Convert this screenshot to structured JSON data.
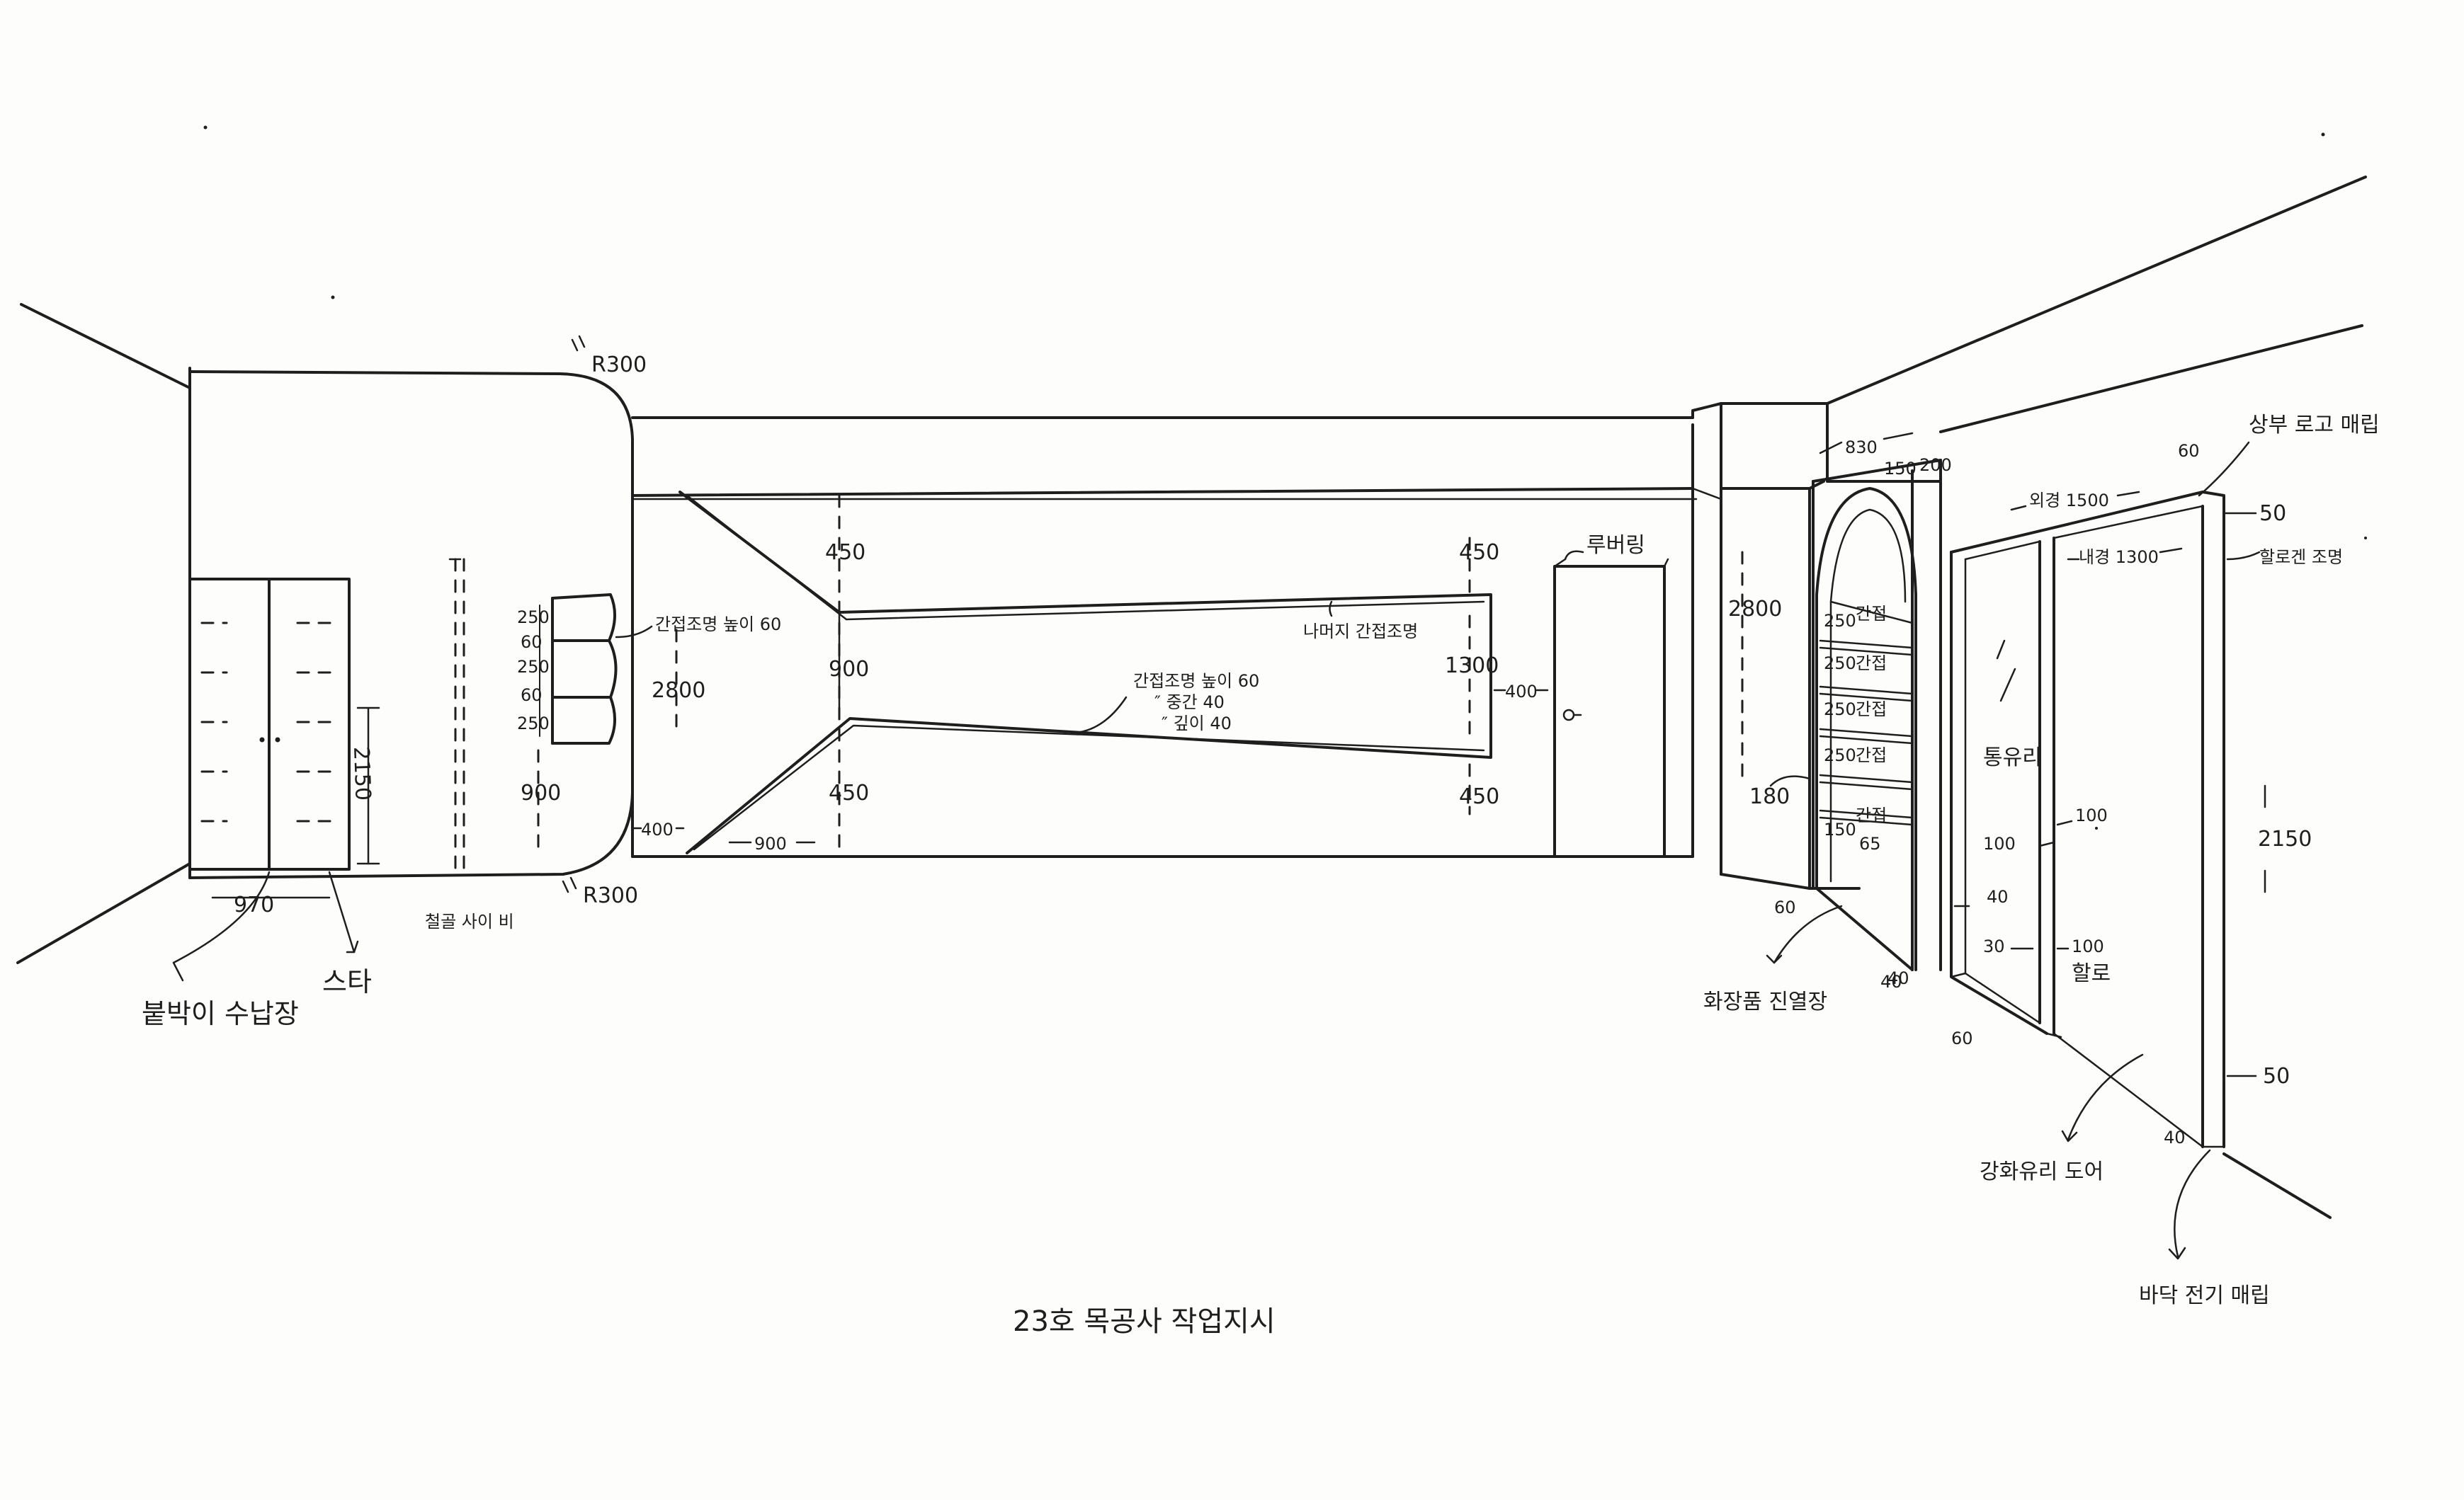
{
  "title": "23호 목공사 작업지시",
  "left_wall": {
    "radius_top": "R300",
    "radius_bottom": "R300",
    "cabinet_width": "970",
    "cabinet_height": "2150",
    "cabinet_note": "붙박이 수납장",
    "cabinet_note_2": "스타",
    "column_note": "철골 사이 비",
    "wall_height": "2800",
    "shelf_width": "900",
    "shelf_heights": [
      "250",
      "60",
      "250",
      "60",
      "250"
    ],
    "shelf_note": "간접조명 높이 60"
  },
  "center_wall": {
    "dim_top_left": "450",
    "dim_mid_left": "900",
    "dim_low_left": "450",
    "dim_left": "400",
    "dim_bottom": "900",
    "dim_top_right": "450",
    "dim_mid_right": "1300",
    "dim_low_right": "450",
    "dim_right": "400",
    "note_upper": "나머지 간접조명",
    "note_lower_1": "간접조명 높이 60",
    "note_lower_2": "″ 중간 40",
    "note_lower_3": "″ 깊이 40"
  },
  "door": {
    "label": "루버링"
  },
  "right_wall": {
    "top_width": "830",
    "top_a": "150",
    "top_b": "200",
    "wall_height": "2800",
    "depth": "180",
    "base_a": "60",
    "base_b": "40",
    "niche_shelves": [
      "250",
      "250",
      "250",
      "250",
      "150"
    ],
    "niche_label": "간접",
    "niche_depth": "65",
    "niche_note": "화장품 진열장",
    "frame_outer": "외경 1500",
    "frame_inner": "내경 1300",
    "frame_top_60": "60",
    "frame_top_note": "상부 로고 매립",
    "frame_side_50": "50",
    "frame_side_note": "할로겐 조명",
    "frame_height": "2150",
    "frame_center": "통유리",
    "frame_dim_100": "100",
    "frame_dim_100b": "100",
    "frame_dim_40": "40",
    "frame_dim_30": "30",
    "frame_dim_100c": "100",
    "frame_note_hinge": "할로",
    "frame_dim_50b": "50",
    "frame_dim_40b": "40",
    "frame_dim_60b": "60",
    "note_glass_door": "강화유리 도어",
    "note_floor": "바닥 전기 매립"
  }
}
